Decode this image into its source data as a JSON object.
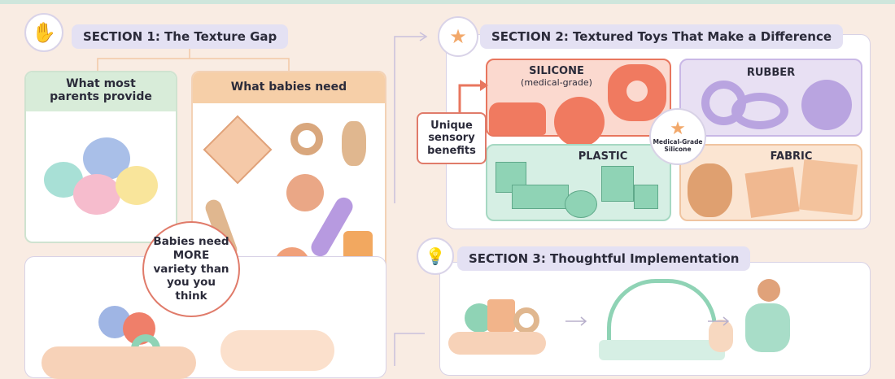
{
  "section1": {
    "icon": "hand-icon",
    "title": "SECTION 1: The Texture Gap",
    "parents_box": {
      "title": "What most parents provide"
    },
    "babies_box": {
      "title": "What babies need"
    },
    "bubble": "Babies need MORE variety than you you think"
  },
  "section2": {
    "icon": "star-icon",
    "title": "SECTION 2: Textured Toys That Make a Difference",
    "callout": "Unique sensory benefits",
    "badge": "Medical-Grade Silicone",
    "materials": [
      {
        "name": "SILICONE",
        "note": "(medical-grade)",
        "color": "#f07a60"
      },
      {
        "name": "RUBBER",
        "color": "#b9a4e0"
      },
      {
        "name": "PLASTIC",
        "color": "#8fd3b5"
      },
      {
        "name": "FABRIC",
        "color": "#f2b48a"
      }
    ]
  },
  "section3": {
    "icon": "lightbulb-icon",
    "title": "SECTION 3: Thoughtful Implementation"
  },
  "colors": {
    "background": "#f9ece3",
    "accent_red": "#e07b6a",
    "header_lavender": "#e4e1f3"
  }
}
